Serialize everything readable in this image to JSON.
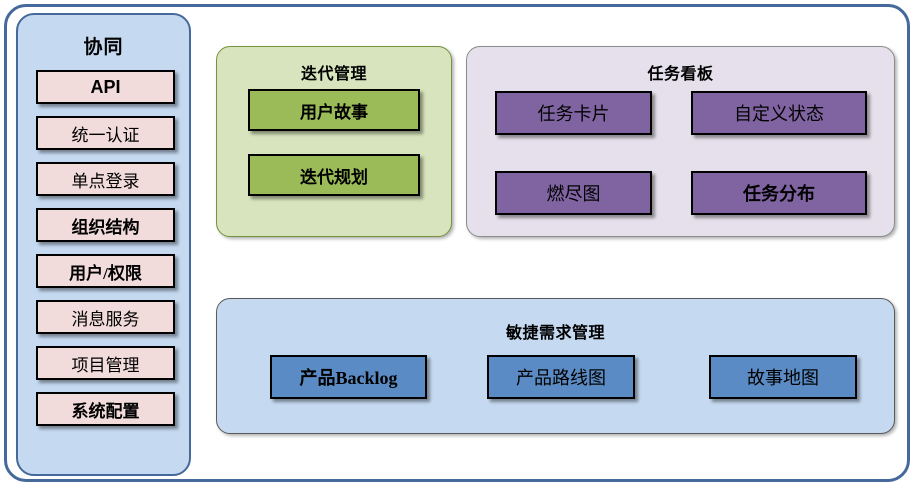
{
  "sidebar": {
    "title": "协同",
    "items": [
      {
        "label": "API",
        "style": "bold-sans"
      },
      {
        "label": "统一认证",
        "style": "serif"
      },
      {
        "label": "单点登录",
        "style": "serif"
      },
      {
        "label": "组织结构",
        "style": "serif-bold"
      },
      {
        "label": "用户/权限",
        "style": "serif-bold"
      },
      {
        "label": "消息服务",
        "style": "serif"
      },
      {
        "label": "项目管理",
        "style": "serif"
      },
      {
        "label": "系统配置",
        "style": "serif-bold"
      }
    ]
  },
  "sections": {
    "iteration": {
      "title": "迭代管理",
      "boxes": [
        {
          "label": "用户故事"
        },
        {
          "label": "迭代规划"
        }
      ]
    },
    "taskboard": {
      "title": "任务看板",
      "boxes": [
        {
          "label": "任务卡片"
        },
        {
          "label": "自定义状态"
        },
        {
          "label": "燃尽图"
        },
        {
          "label": "任务分布"
        }
      ]
    },
    "agile": {
      "title": "敏捷需求管理",
      "boxes": [
        {
          "label": "产品Backlog"
        },
        {
          "label": "产品路线图"
        },
        {
          "label": "故事地图"
        }
      ]
    }
  },
  "colors": {
    "frame_border": "#44699a",
    "sidebar_bg": "#c5d9f1",
    "sidebar_item_bg": "#f2dcdb",
    "iteration_panel_bg": "#d7e4bd",
    "iteration_box_bg": "#9bbb59",
    "taskboard_panel_bg": "#e5e0eb",
    "taskboard_box_bg": "#8064a2",
    "agile_panel_bg": "#c5d9f1",
    "agile_box_bg": "#5b8bc4",
    "box_border": "#000000"
  }
}
